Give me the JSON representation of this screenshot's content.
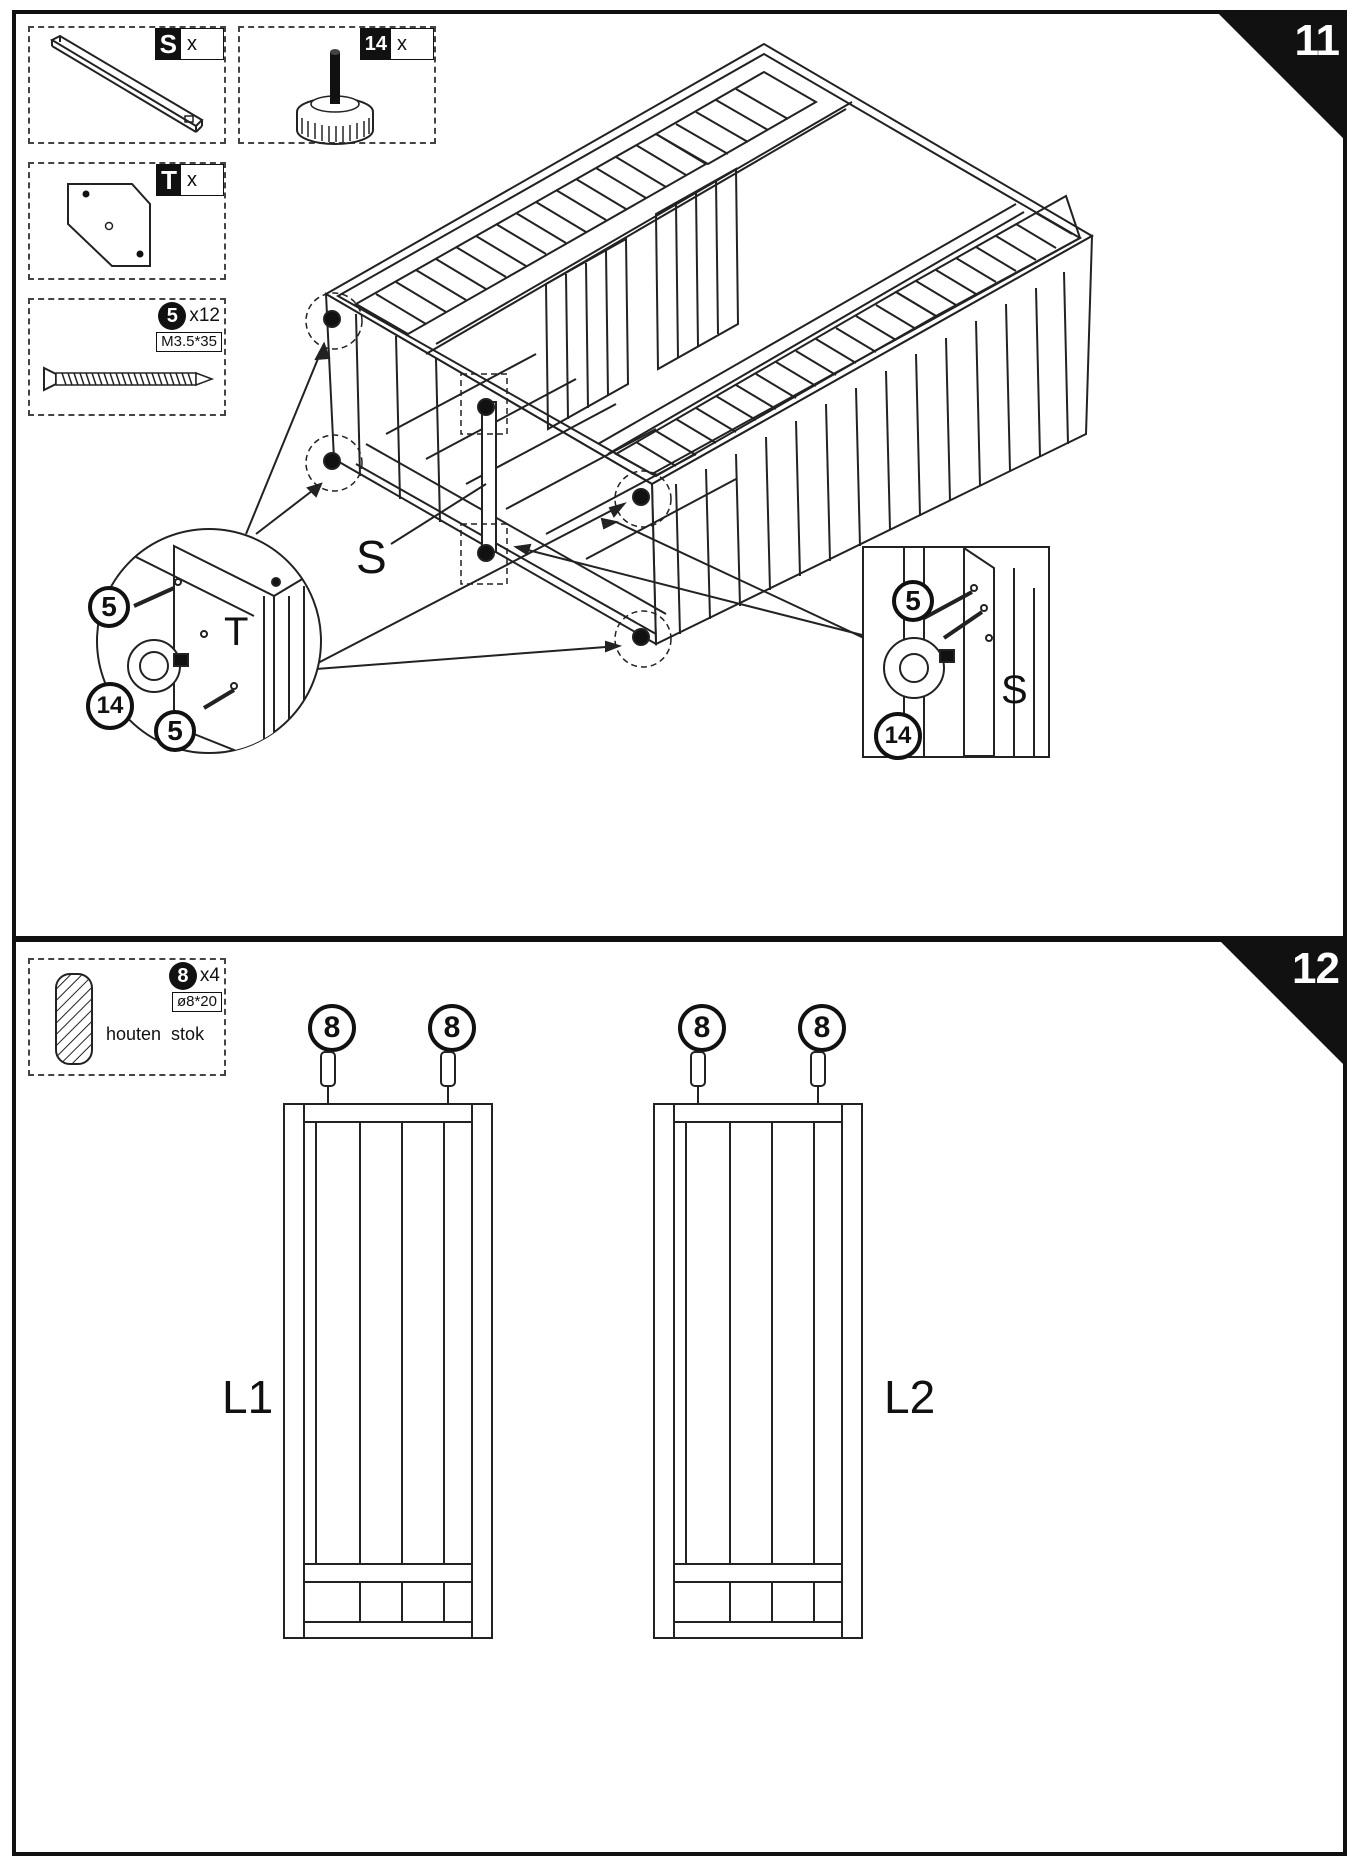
{
  "step11": {
    "number": "11",
    "parts": {
      "S": {
        "id": "S",
        "qty": "x"
      },
      "p14": {
        "id": "14",
        "qty": "x"
      },
      "T": {
        "id": "T",
        "qty": "x"
      },
      "p5": {
        "id": "5",
        "qty": "x12",
        "spec": "M3.5*35"
      }
    },
    "labels": {
      "S_main": "S",
      "T_detail": "T",
      "S_detail": "S",
      "callout_5_a": "5",
      "callout_5_b": "5",
      "callout_14_a": "14",
      "callout_5_c": "5",
      "callout_14_b": "14"
    }
  },
  "step12": {
    "number": "12",
    "part": {
      "id": "8",
      "qty": "x4",
      "spec": "ø8*20",
      "name": "houten  stok"
    },
    "dowel_callouts": [
      "8",
      "8",
      "8",
      "8"
    ],
    "panels": [
      {
        "label": "L1"
      },
      {
        "label": "L2"
      }
    ]
  },
  "colors": {
    "ink": "#111111",
    "paper": "#ffffff"
  }
}
